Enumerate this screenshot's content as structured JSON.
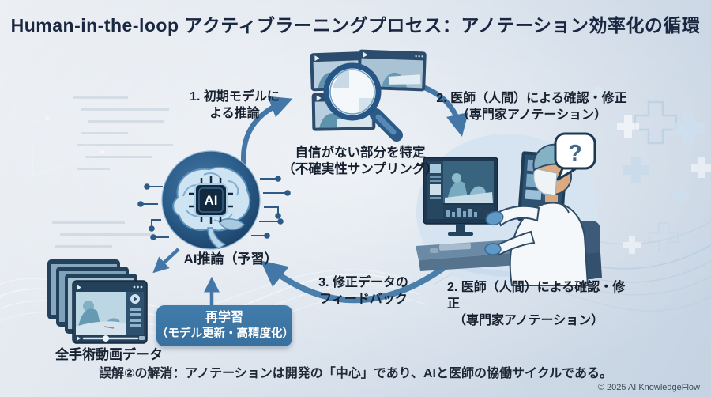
{
  "title": "Human-in-the-loop アクティブラーニングプロセス：アノテーション効率化の循環",
  "colors": {
    "arrow": "#4377a8",
    "retrain_box": "#3b74a3",
    "title_text": "#1a2740",
    "brain_circle": "#27588a",
    "background": "#d8e1ea"
  },
  "nodes": {
    "ai_brain": {
      "chip_label": "AI",
      "caption": "AI推論（予習）"
    },
    "uncertainty": {
      "line1": "自信がない部分を特定",
      "line2": "（不確実性サンプリング）"
    },
    "video_data": {
      "caption": "全手術動画データ"
    },
    "retrain": {
      "line1": "再学習",
      "line2": "（モデル更新・高精度化）"
    },
    "doctor": {
      "question_mark": "?"
    }
  },
  "steps": {
    "step1": {
      "line1": "1. 初期モデルに",
      "line2": "よる推論"
    },
    "step2_top": {
      "line1": "2. 医師（人間）による確認・修正",
      "line2": "（専門家アノテーション）"
    },
    "step2_bottom": {
      "line1": "2. 医師（人間）による確認・修正",
      "line2": "（専門家アノテーション）"
    },
    "step3": {
      "line1": "3. 修正データの",
      "line2": "フィードバック"
    }
  },
  "footer": {
    "caption": "誤解②の解消：アノテーションは開発の「中心」であり、AIと医師の協働サイクルである。",
    "copyright": "© 2025 AI KnowledgeFlow"
  }
}
